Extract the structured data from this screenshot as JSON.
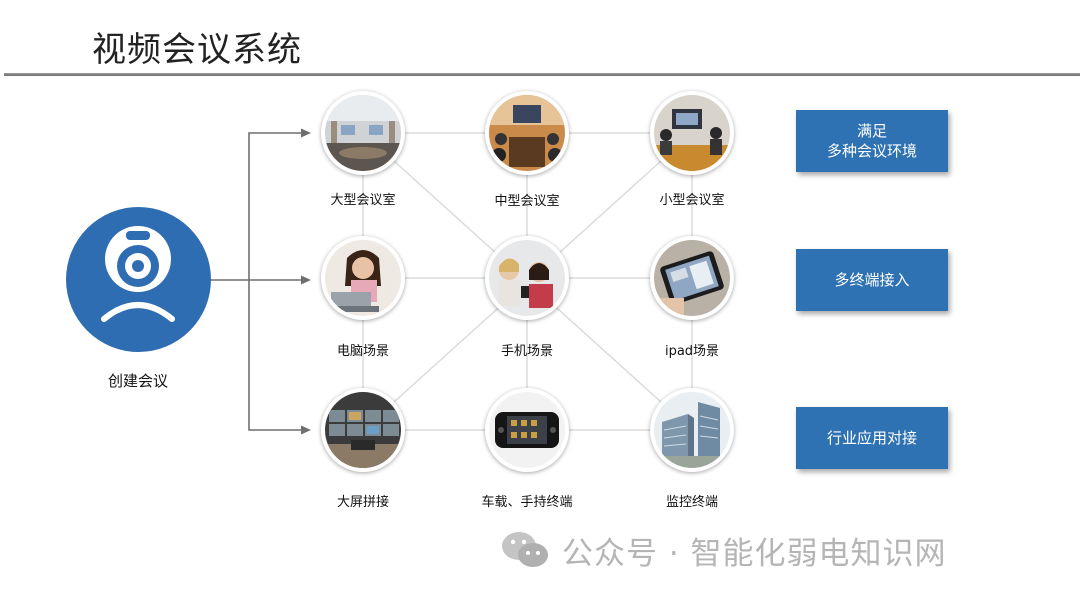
{
  "title": "视频会议系统",
  "hub": {
    "label": "创建会议",
    "icon": "webcam-icon"
  },
  "nodes": [
    {
      "label": "大型会议室",
      "icon": "large-meeting-room-photo"
    },
    {
      "label": "中型会议室",
      "icon": "medium-meeting-room-photo"
    },
    {
      "label": "小型会议室",
      "icon": "small-meeting-room-photo"
    },
    {
      "label": "电脑场景",
      "icon": "laptop-user-photo"
    },
    {
      "label": "手机场景",
      "icon": "phone-users-photo"
    },
    {
      "label": "ipad场景",
      "icon": "tablet-photo"
    },
    {
      "label": "大屏拼接",
      "icon": "video-wall-photo"
    },
    {
      "label": "车载、手持终端",
      "icon": "handheld-terminal-photo"
    },
    {
      "label": "监控终端",
      "icon": "office-building-photo"
    }
  ],
  "tags": [
    {
      "line1": "满足",
      "line2": "多种会议环境"
    },
    {
      "line1": "多终端接入",
      "line2": ""
    },
    {
      "line1": "行业应用对接",
      "line2": ""
    }
  ],
  "watermark": {
    "text": "公众号 · 智能化弱电知识网",
    "icon": "wechat-icon"
  },
  "colors": {
    "accent": "#2f6db3",
    "tag": "#2f72b4",
    "line": "#d9d9d9",
    "arrow": "#707070"
  }
}
